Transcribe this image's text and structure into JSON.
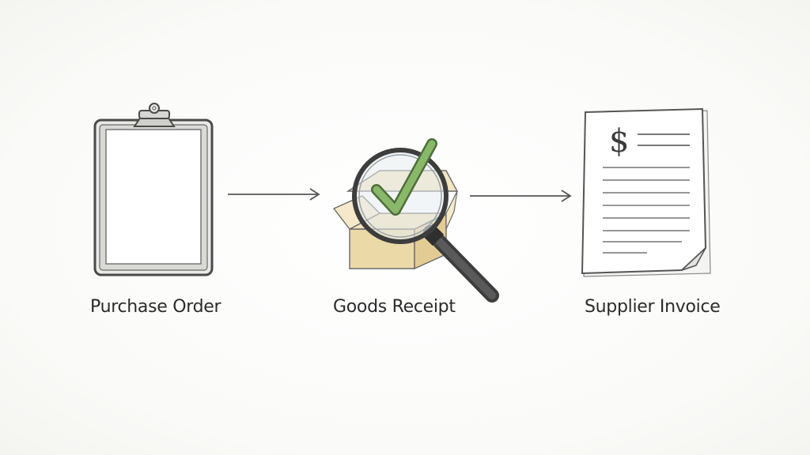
{
  "diagram": {
    "steps": [
      {
        "label": "Purchase Order",
        "icon": "clipboard-icon"
      },
      {
        "label": "Goods Receipt",
        "icon": "box-magnifier-check-icon"
      },
      {
        "label": "Supplier Invoice",
        "icon": "invoice-dollar-icon"
      }
    ],
    "invoice_symbol": "$",
    "colors": {
      "stroke": "#4a4a4a",
      "check": "#8ab86a",
      "box": "#ecd9a8",
      "handle": "#3d3d3d",
      "text": "#2b2b2b"
    }
  }
}
